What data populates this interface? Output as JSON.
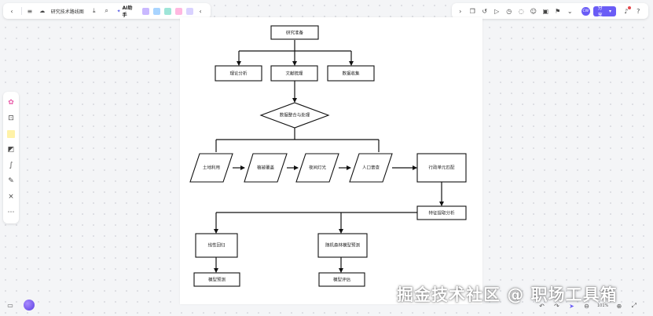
{
  "document": {
    "title": "研究技术路线图"
  },
  "toolbar": {
    "ai_label": "AI助手",
    "share_label": "分享",
    "avatar_text": "CW"
  },
  "zoom": {
    "value": "101%"
  },
  "diagram": {
    "start": "研究准备",
    "branch1": [
      "理论分析",
      "文献梳理",
      "数据收集"
    ],
    "decision": "数据整合与处理",
    "inputs": [
      "土地利用",
      "植被覆盖",
      "夜间灯光",
      "人口普查"
    ],
    "match": "行政单元匹配",
    "feature": "特征提取分析",
    "models": [
      "线性回归",
      "随机森林模型预测"
    ],
    "outputs": [
      "模型预测",
      "模型评估"
    ]
  },
  "watermark": "掘金技术社区 @ 职场工具箱",
  "colors": {
    "accent": "#6a5cf6",
    "canvas_bg": "#f4f5f7",
    "board_bg": "#ffffff"
  }
}
